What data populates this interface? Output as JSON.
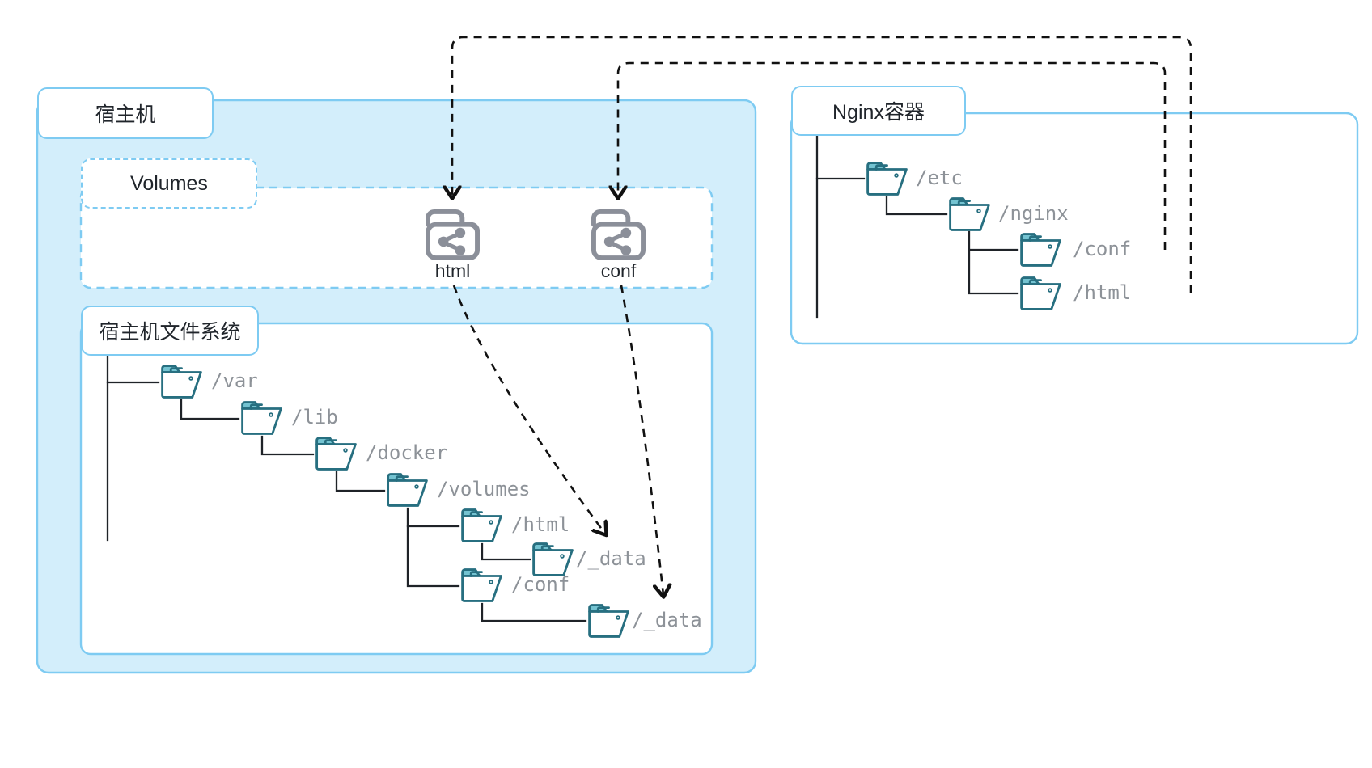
{
  "diagram": {
    "title_host": "宿主机",
    "title_volumes": "Volumes",
    "title_host_fs": "宿主机文件系统",
    "title_container": "Nginx容器",
    "colors": {
      "host_fill": "#d3eefb",
      "accent_blue": "#7ecbf2",
      "folder_stroke": "#276f80",
      "folder_tab": "#74c3d1",
      "folder_body": "#ffffff",
      "volume_icon": "#8b8f99",
      "tree_line": "#1f2328",
      "label_text": "#8d9298",
      "arrow": "#111111"
    },
    "volumes": [
      {
        "name": "html",
        "icon": "shared-volume-icon"
      },
      {
        "name": "conf",
        "icon": "shared-volume-icon"
      }
    ],
    "host_fs_tree": [
      {
        "label": "/var",
        "depth": 0
      },
      {
        "label": "/lib",
        "depth": 1
      },
      {
        "label": "/docker",
        "depth": 2
      },
      {
        "label": "/volumes",
        "depth": 3
      },
      {
        "label": "/html",
        "depth": 4
      },
      {
        "label": "/_data",
        "depth": 5
      },
      {
        "label": "/conf",
        "depth": 4
      },
      {
        "label": "/_data",
        "depth": 5
      }
    ],
    "container_tree": [
      {
        "label": "/etc",
        "depth": 0
      },
      {
        "label": "/nginx",
        "depth": 1
      },
      {
        "label": "/conf",
        "depth": 2
      },
      {
        "label": "/html",
        "depth": 2
      }
    ],
    "mounts": [
      {
        "from": "html",
        "to_host_path": "/_data",
        "to_container_path": "/html"
      },
      {
        "from": "conf",
        "to_host_path": "/_data",
        "to_container_path": "/conf"
      }
    ]
  }
}
